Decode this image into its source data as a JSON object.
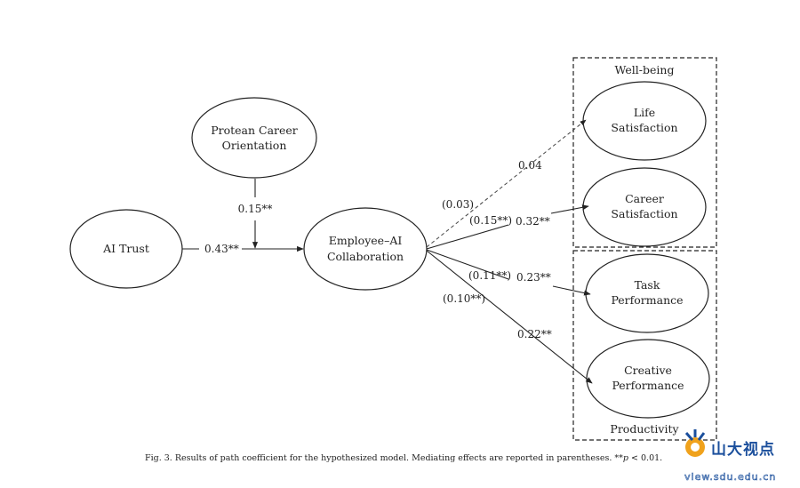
{
  "diagram": {
    "nodes": {
      "protean": {
        "line1": "Protean Career",
        "line2": "Orientation"
      },
      "ai_trust": {
        "label": "AI Trust"
      },
      "collab": {
        "line1": "Employee–AI",
        "line2": "Collaboration"
      },
      "life_sat": {
        "line1": "Life",
        "line2": "Satisfaction"
      },
      "career_sat": {
        "line1": "Career",
        "line2": "Satisfaction"
      },
      "task_perf": {
        "line1": "Task",
        "line2": "Performance"
      },
      "creative_perf": {
        "line1": "Creative",
        "line2": "Performance"
      }
    },
    "groups": {
      "wellbeing": "Well-being",
      "productivity": "Productivity"
    },
    "coefficients": {
      "trust_collab": "0.43**",
      "moderation": "0.15**",
      "life_direct": "0.04",
      "life_mediating": "(0.03)",
      "career_direct": "0.32**",
      "career_mediating": "(0.15**)",
      "task_direct": "0.23**",
      "task_mediating": "(0.11**)",
      "creative_direct": "0.22**",
      "creative_mediating": "(0.10**)"
    },
    "caption": {
      "prefix": "Fig. 3.",
      "text": "Results of path coefficient for the hypothesized model. Mediating effects are reported in parentheses.",
      "note_sym": "**",
      "note_p": "p",
      "note_rest": " < 0.01."
    }
  },
  "watermark": {
    "name": "山大视点",
    "url": "view.sdu.edu.cn"
  },
  "colors": {
    "ink": "#222222",
    "watermark_blue": "#1b4f9c",
    "watermark_orange": "#f0a21c"
  }
}
